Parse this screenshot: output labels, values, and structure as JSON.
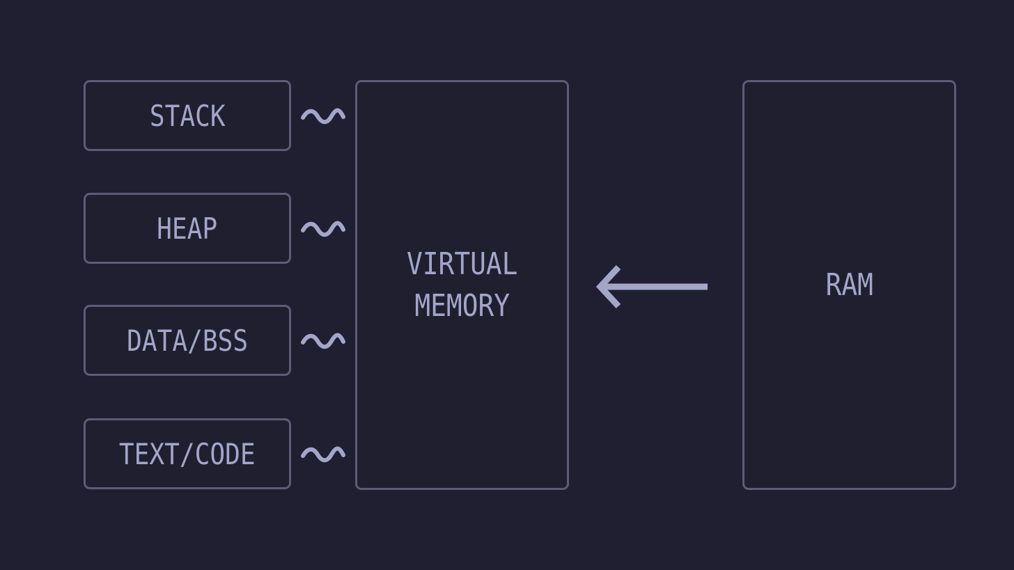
{
  "segments": [
    {
      "label": "STACK"
    },
    {
      "label": "HEAP"
    },
    {
      "label": "DATA/BSS"
    },
    {
      "label": "TEXT/CODE"
    }
  ],
  "virtual_memory": {
    "label": "VIRTUAL\nMEMORY"
  },
  "ram": {
    "label": "RAM"
  },
  "colors": {
    "background": "#201f31",
    "box_border": "#5d5c78",
    "text": "#a3a6c9",
    "arrow": "#a3a6c9"
  },
  "icons": {
    "connector": "tilde-connector-icon",
    "mapping_arrow": "left-arrow-icon"
  }
}
